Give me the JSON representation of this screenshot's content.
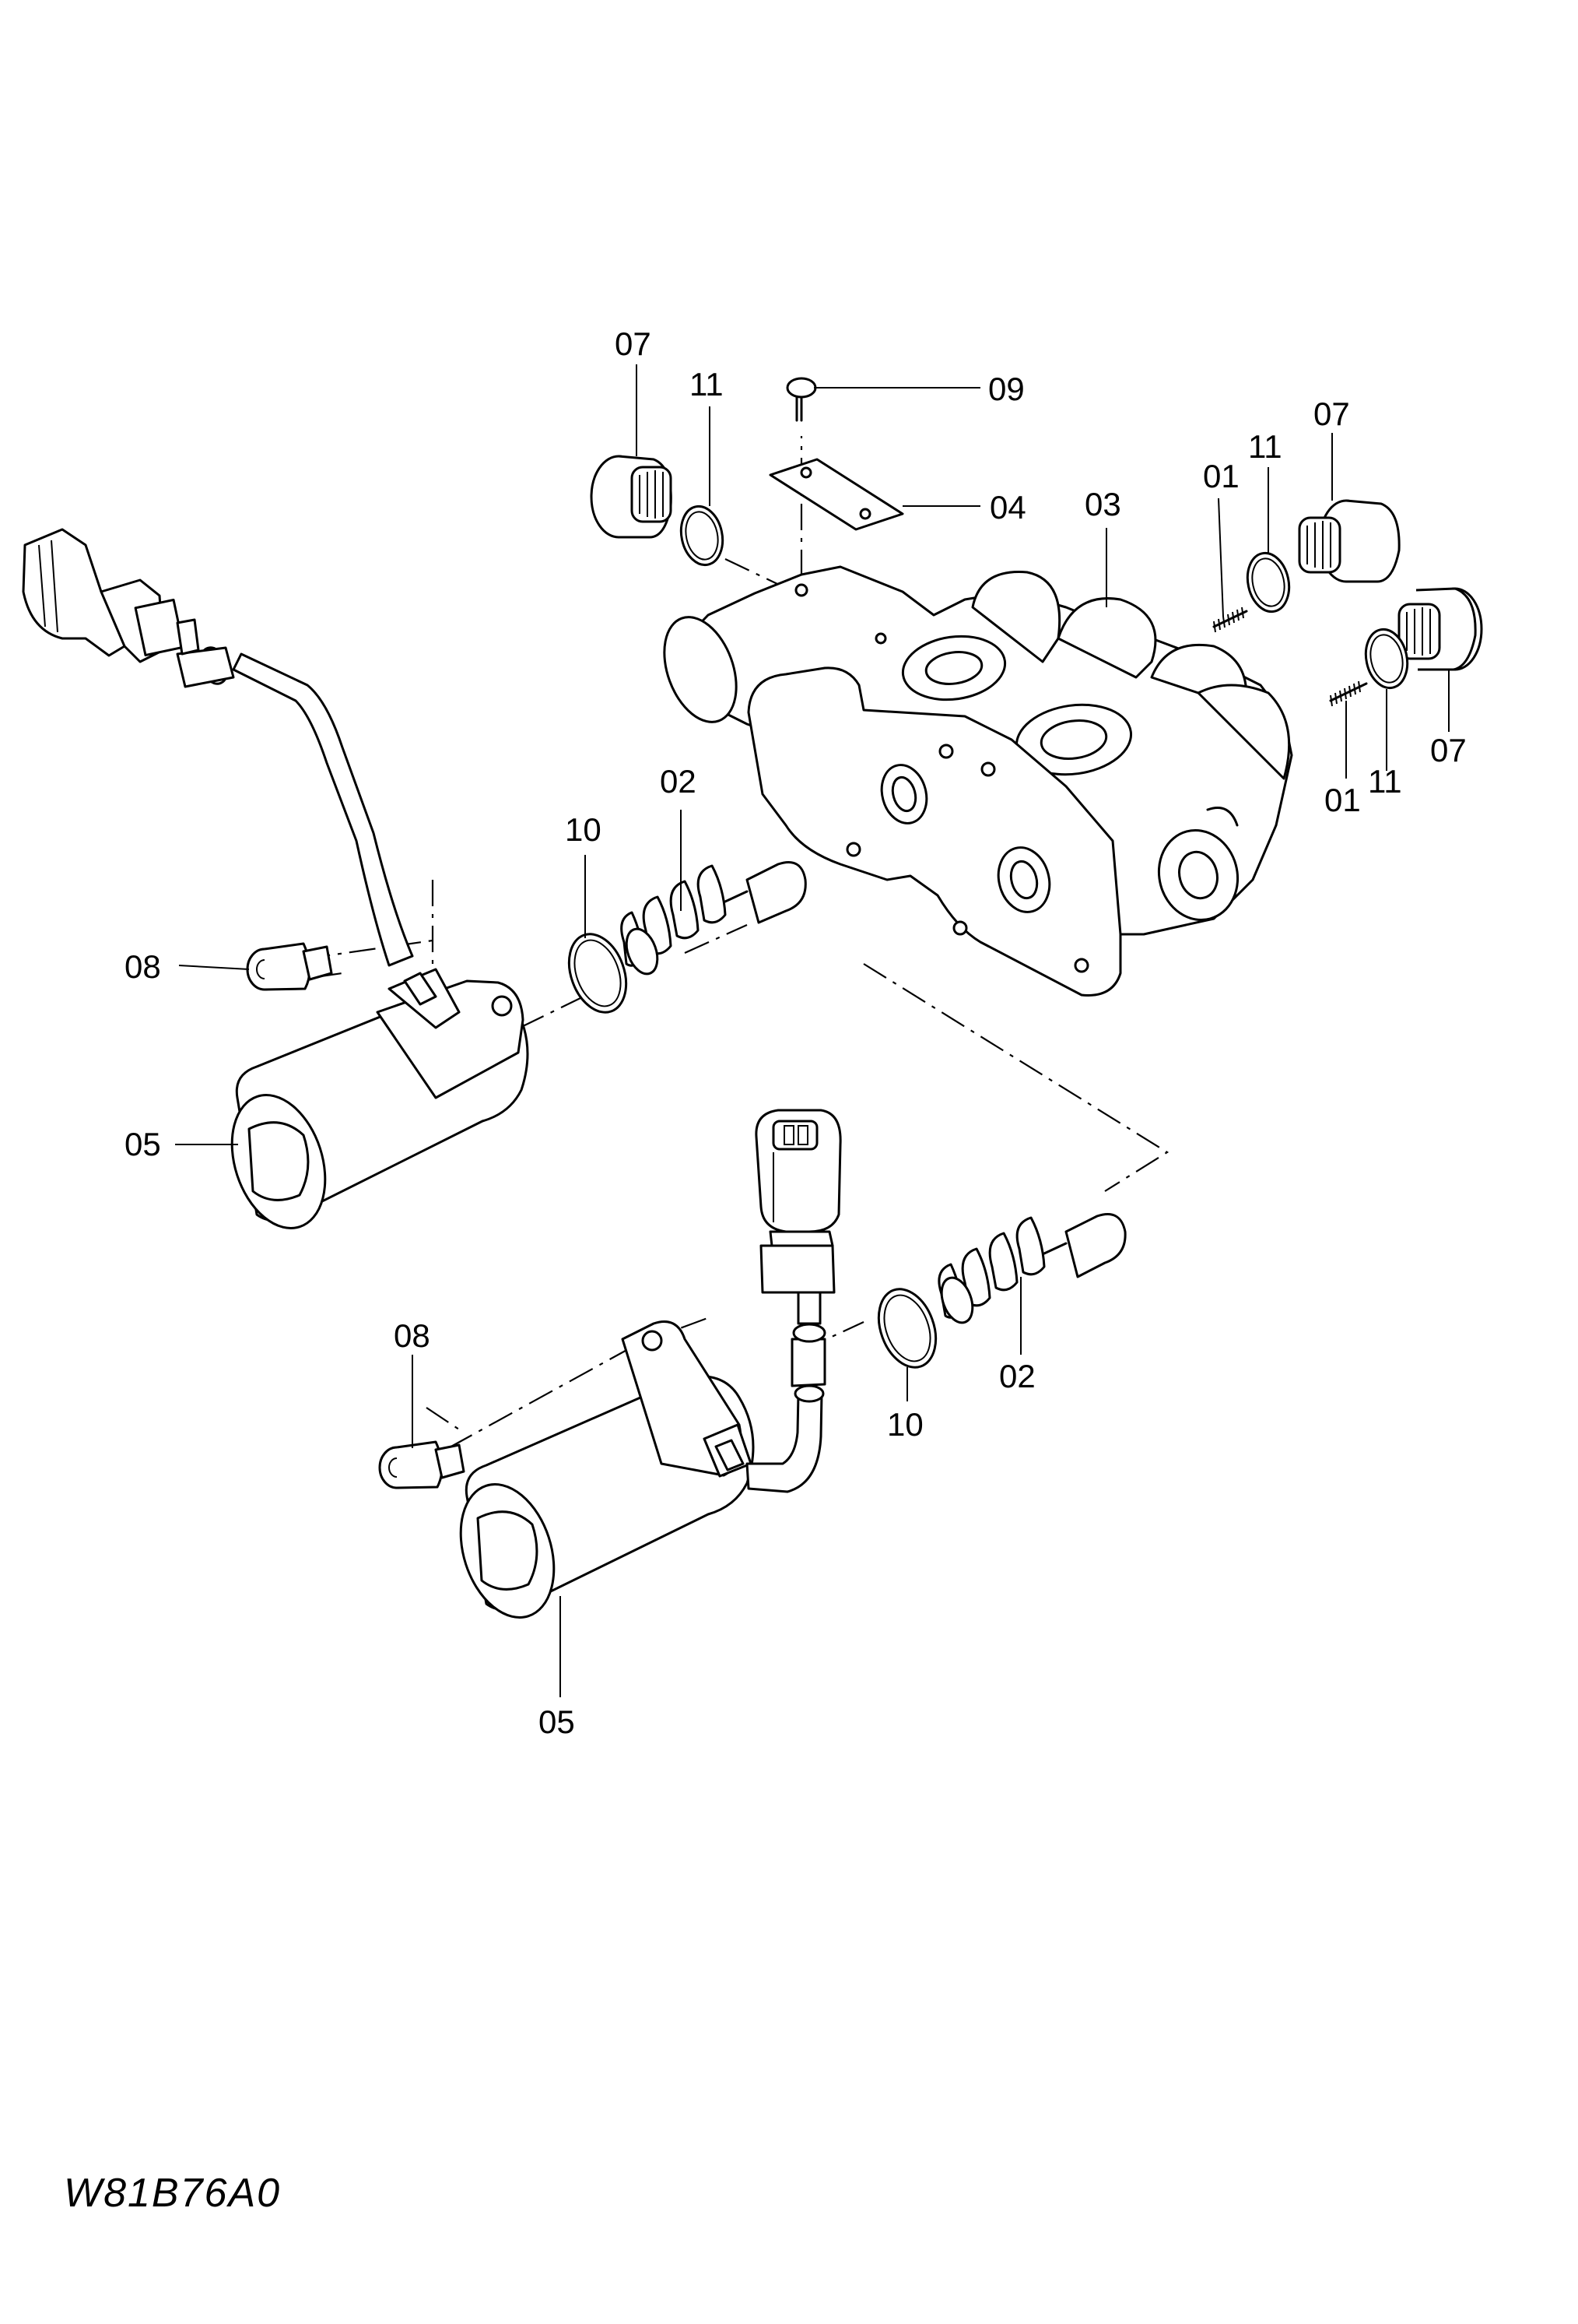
{
  "diagram": {
    "labels": {
      "p07_a": "07",
      "p11_a": "11",
      "p09": "09",
      "p04": "04",
      "p03": "03",
      "p01_a": "01",
      "p11_b": "11",
      "p07_b": "07",
      "p07_c": "07",
      "p01_b": "01",
      "p11_c": "11",
      "p02_a": "02",
      "p10_a": "10",
      "p08_a": "08",
      "p05_a": "05",
      "p08_b": "08",
      "p02_b": "02",
      "p10_b": "10",
      "p05_b": "05"
    },
    "drawing_code": "W81B76A0"
  }
}
